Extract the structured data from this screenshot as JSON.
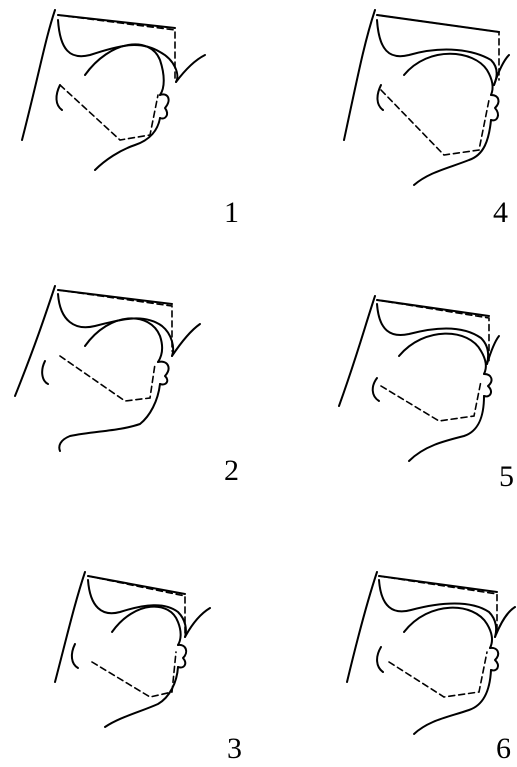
{
  "figures": [
    {
      "label": "1"
    },
    {
      "label": "2"
    },
    {
      "label": "3"
    },
    {
      "label": "4"
    },
    {
      "label": "5"
    },
    {
      "label": "6"
    }
  ]
}
